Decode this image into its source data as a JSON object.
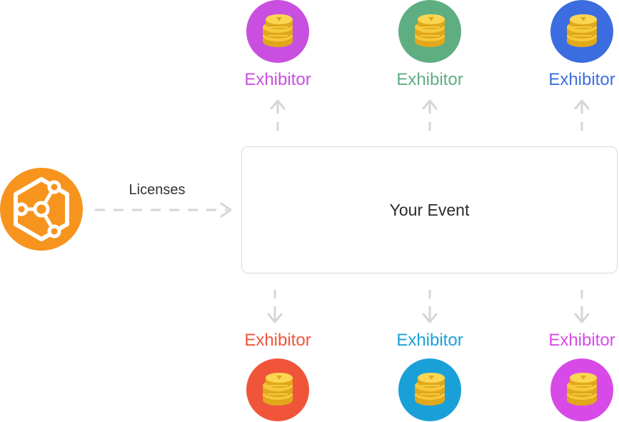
{
  "event": {
    "title": "Your Event"
  },
  "source": {
    "label": "Licenses",
    "icon": "hexagon-network-icon",
    "color": "#f7941d"
  },
  "exhibitors_top": [
    {
      "label": "Exhibitor",
      "color": "#c94fe0",
      "icon": "coins-icon"
    },
    {
      "label": "Exhibitor",
      "color": "#5fae82",
      "icon": "coins-icon"
    },
    {
      "label": "Exhibitor",
      "color": "#3b6de0",
      "icon": "coins-icon"
    }
  ],
  "exhibitors_bottom": [
    {
      "label": "Exhibitor",
      "color": "#f0553a",
      "icon": "coins-icon"
    },
    {
      "label": "Exhibitor",
      "color": "#1aa0d8",
      "icon": "coins-icon"
    },
    {
      "label": "Exhibitor",
      "color": "#d84ae8",
      "icon": "coins-icon"
    }
  ],
  "arrow_color": "#d6d6d6"
}
